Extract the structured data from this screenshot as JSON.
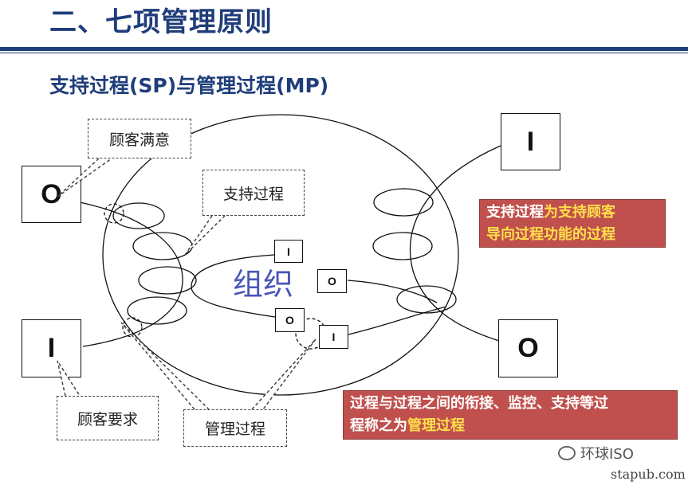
{
  "slide": {
    "title": "二、七项管理原则",
    "subtitle": "支持过程(SP)与管理过程(MP)"
  },
  "diagram": {
    "organization_label": "组织",
    "boxes": {
      "output_left": "O",
      "input_left": "I",
      "input_right": "I",
      "output_right": "O",
      "inner_input_top": "I",
      "inner_output_mid": "O",
      "inner_output_low": "O",
      "inner_input_low": "I"
    },
    "callouts": {
      "customer_satisfaction": "顾客满意",
      "support_process": "支持过程",
      "customer_requirements": "顾客要求",
      "management_process": "管理过程"
    },
    "notes": {
      "support_note": {
        "segments": [
          {
            "text": "支持过程",
            "highlight": false
          },
          {
            "text": "为支持顾客",
            "highlight": true
          },
          {
            "text": "导向过程功能的过程",
            "highlight": true
          }
        ]
      },
      "management_note": {
        "segments": [
          {
            "text": "过程与过程之间的衔接、监控、支持等过",
            "highlight": false
          },
          {
            "text": "程称之为",
            "highlight": false
          },
          {
            "text": "管理过程",
            "highlight": true
          }
        ]
      }
    },
    "colors": {
      "title": "#1f3d7a",
      "note_bg": "#c0504d",
      "note_highlight": "#ffe04a",
      "org_text": "#4a55b8"
    }
  },
  "watermark": {
    "brand": "环球ISO",
    "site": "stapub.com",
    "icon": "wechat-icon"
  }
}
